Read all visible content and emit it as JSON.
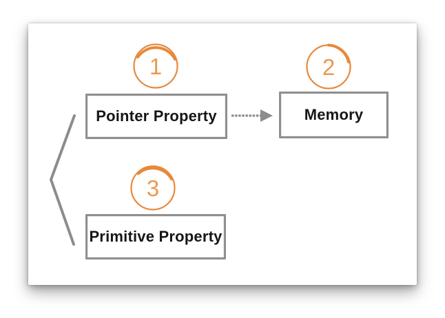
{
  "page": {
    "background": "#ffffff",
    "card_background": "#ffffff"
  },
  "colors": {
    "badge_circle_orange": "#E8883B",
    "badge_digit_orange": "#EC9851",
    "box_border_gray": "#8F8F8F",
    "connector_gray": "#8C8C8C",
    "label_text": "#161616"
  },
  "diagram": {
    "type": "flow",
    "nodes": [
      {
        "id": "pointer-property",
        "badge": "1",
        "label": "Pointer Property"
      },
      {
        "id": "memory",
        "badge": "2",
        "label": "Memory"
      },
      {
        "id": "primitive-property",
        "badge": "3",
        "label": "Primitive Property"
      }
    ],
    "connectors": [
      {
        "type": "dashed-arrow-right",
        "from": "pointer-property",
        "to": "memory"
      },
      {
        "type": "left-angle-bracket",
        "groups": [
          "pointer-property",
          "primitive-property"
        ]
      }
    ]
  }
}
